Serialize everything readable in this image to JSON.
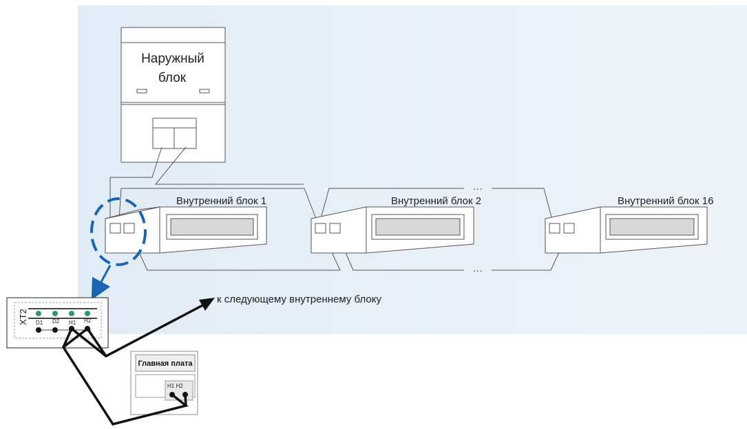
{
  "outdoor_unit": {
    "label_line1": "Наружный",
    "label_line2": "блок"
  },
  "indoor_units": [
    {
      "label": "Внутренний блок 1"
    },
    {
      "label": "Внутренний блок 2"
    },
    {
      "label": "Внутренний блок 16"
    }
  ],
  "ellipsis_top": "···",
  "ellipsis_bottom": "···",
  "next_unit_caption": "к следующему внутреннему блоку",
  "terminal_block": {
    "name": "XT2",
    "terminals": [
      "D1",
      "D2",
      "H1",
      "H2"
    ]
  },
  "main_board": {
    "title": "Главная плата",
    "terminals": "H1 H2"
  },
  "colors": {
    "background_panel": "#e6eef7",
    "line": "#555555",
    "highlight_blue": "#1a64b4",
    "terminal_green": "#2e9a66",
    "bold_wire": "#111111"
  }
}
